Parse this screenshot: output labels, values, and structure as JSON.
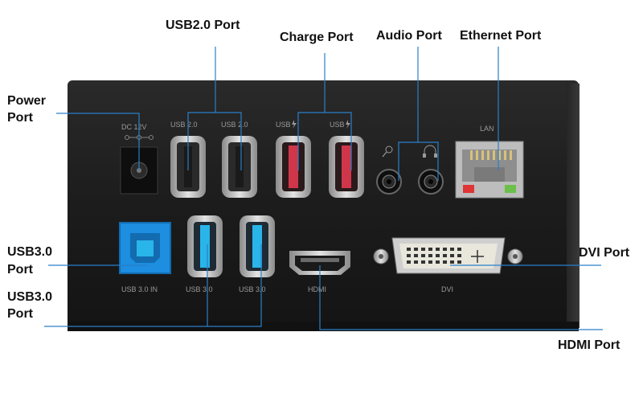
{
  "callouts": {
    "usb2": "USB2.0 Port",
    "charge": "Charge Port",
    "audio": "Audio Port",
    "ethernet": "Ethernet Port",
    "power_line1": "Power",
    "power_line2": "Port",
    "usb3a_line1": "USB3.0",
    "usb3a_line2": "Port",
    "usb3b_line1": "USB3.0",
    "usb3b_line2": "Port",
    "dvi": "DVI Port",
    "hdmi": "HDMI Port"
  },
  "panel_labels": {
    "dc": "DC 12V",
    "usb20_left": "USB 2.0",
    "usb20_right": "USB 2.0",
    "usb_charge_left": "USB",
    "usb_charge_right": "USB",
    "lan": "LAN",
    "usb30_in": "USB 3.0 IN",
    "usb30_left": "USB 3.0",
    "usb30_right": "USB 3.0",
    "hdmi": "HDMI",
    "dvi": "DVI"
  },
  "colors": {
    "device_body": "#1c1c1c",
    "callout_line": "#2a7fc9",
    "usb3_blue": "#1d8ee0",
    "usb3_tongue": "#29b5ea",
    "charge_red": "#d0364a",
    "led_red": "#e03535",
    "led_green": "#6cc04a"
  },
  "icons": {
    "mic": "microphone-icon",
    "headphones": "headphones-icon",
    "charge": "lightning-icon"
  }
}
